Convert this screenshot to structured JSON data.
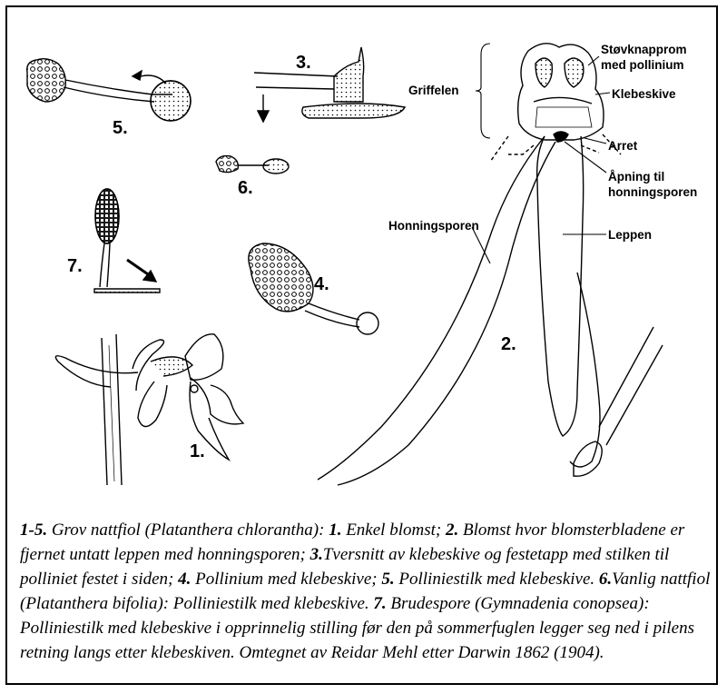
{
  "figure": {
    "numbers": {
      "fig1": "1.",
      "fig2": "2.",
      "fig3": "3.",
      "fig4": "4.",
      "fig5": "5.",
      "fig6": "6.",
      "fig7": "7."
    },
    "labels": {
      "stovknapprom": "Støvknapprom",
      "med_pollinium": "med pollinium",
      "griffelen": "Griffelen",
      "klebeskive": "Klebeskive",
      "arret": "Arret",
      "apning_1": "Åpning til",
      "apning_2": "honningsporen",
      "honningsporen": "Honningsporen",
      "leppen": "Leppen"
    }
  },
  "caption": {
    "parts": [
      {
        "b": true,
        "t": "1-5."
      },
      {
        "b": false,
        "t": " Grov nattfiol (Platanthera chlorantha): "
      },
      {
        "b": true,
        "t": "1."
      },
      {
        "b": false,
        "t": " Enkel blomst; "
      },
      {
        "b": true,
        "t": "2."
      },
      {
        "b": false,
        "t": " Blomst hvor blomsterbladene er fjernet untatt leppen med honningsporen; "
      },
      {
        "b": true,
        "t": "3."
      },
      {
        "b": false,
        "t": "Tversnitt av klebeskive og festetapp med stilken til polliniet festet i siden; "
      },
      {
        "b": true,
        "t": "4."
      },
      {
        "b": false,
        "t": " Pollinium med klebeskive; "
      },
      {
        "b": true,
        "t": "5."
      },
      {
        "b": false,
        "t": " Polliniestilk med klebeskive. "
      },
      {
        "b": true,
        "t": "6."
      },
      {
        "b": false,
        "t": "Vanlig nattfiol (Platanthera bifolia): Polliniestilk med klebeskive. "
      },
      {
        "b": true,
        "t": "7."
      },
      {
        "b": false,
        "t": " Brudespore (Gymnadenia conopsea): Polliniestilk med klebeskive i opprinnelig stilling før den på sommerfuglen legger seg ned i pilens retning langs etter klebeskiven. Omtegnet av Reidar Mehl etter Darwin 1862 (1904)."
      }
    ]
  }
}
